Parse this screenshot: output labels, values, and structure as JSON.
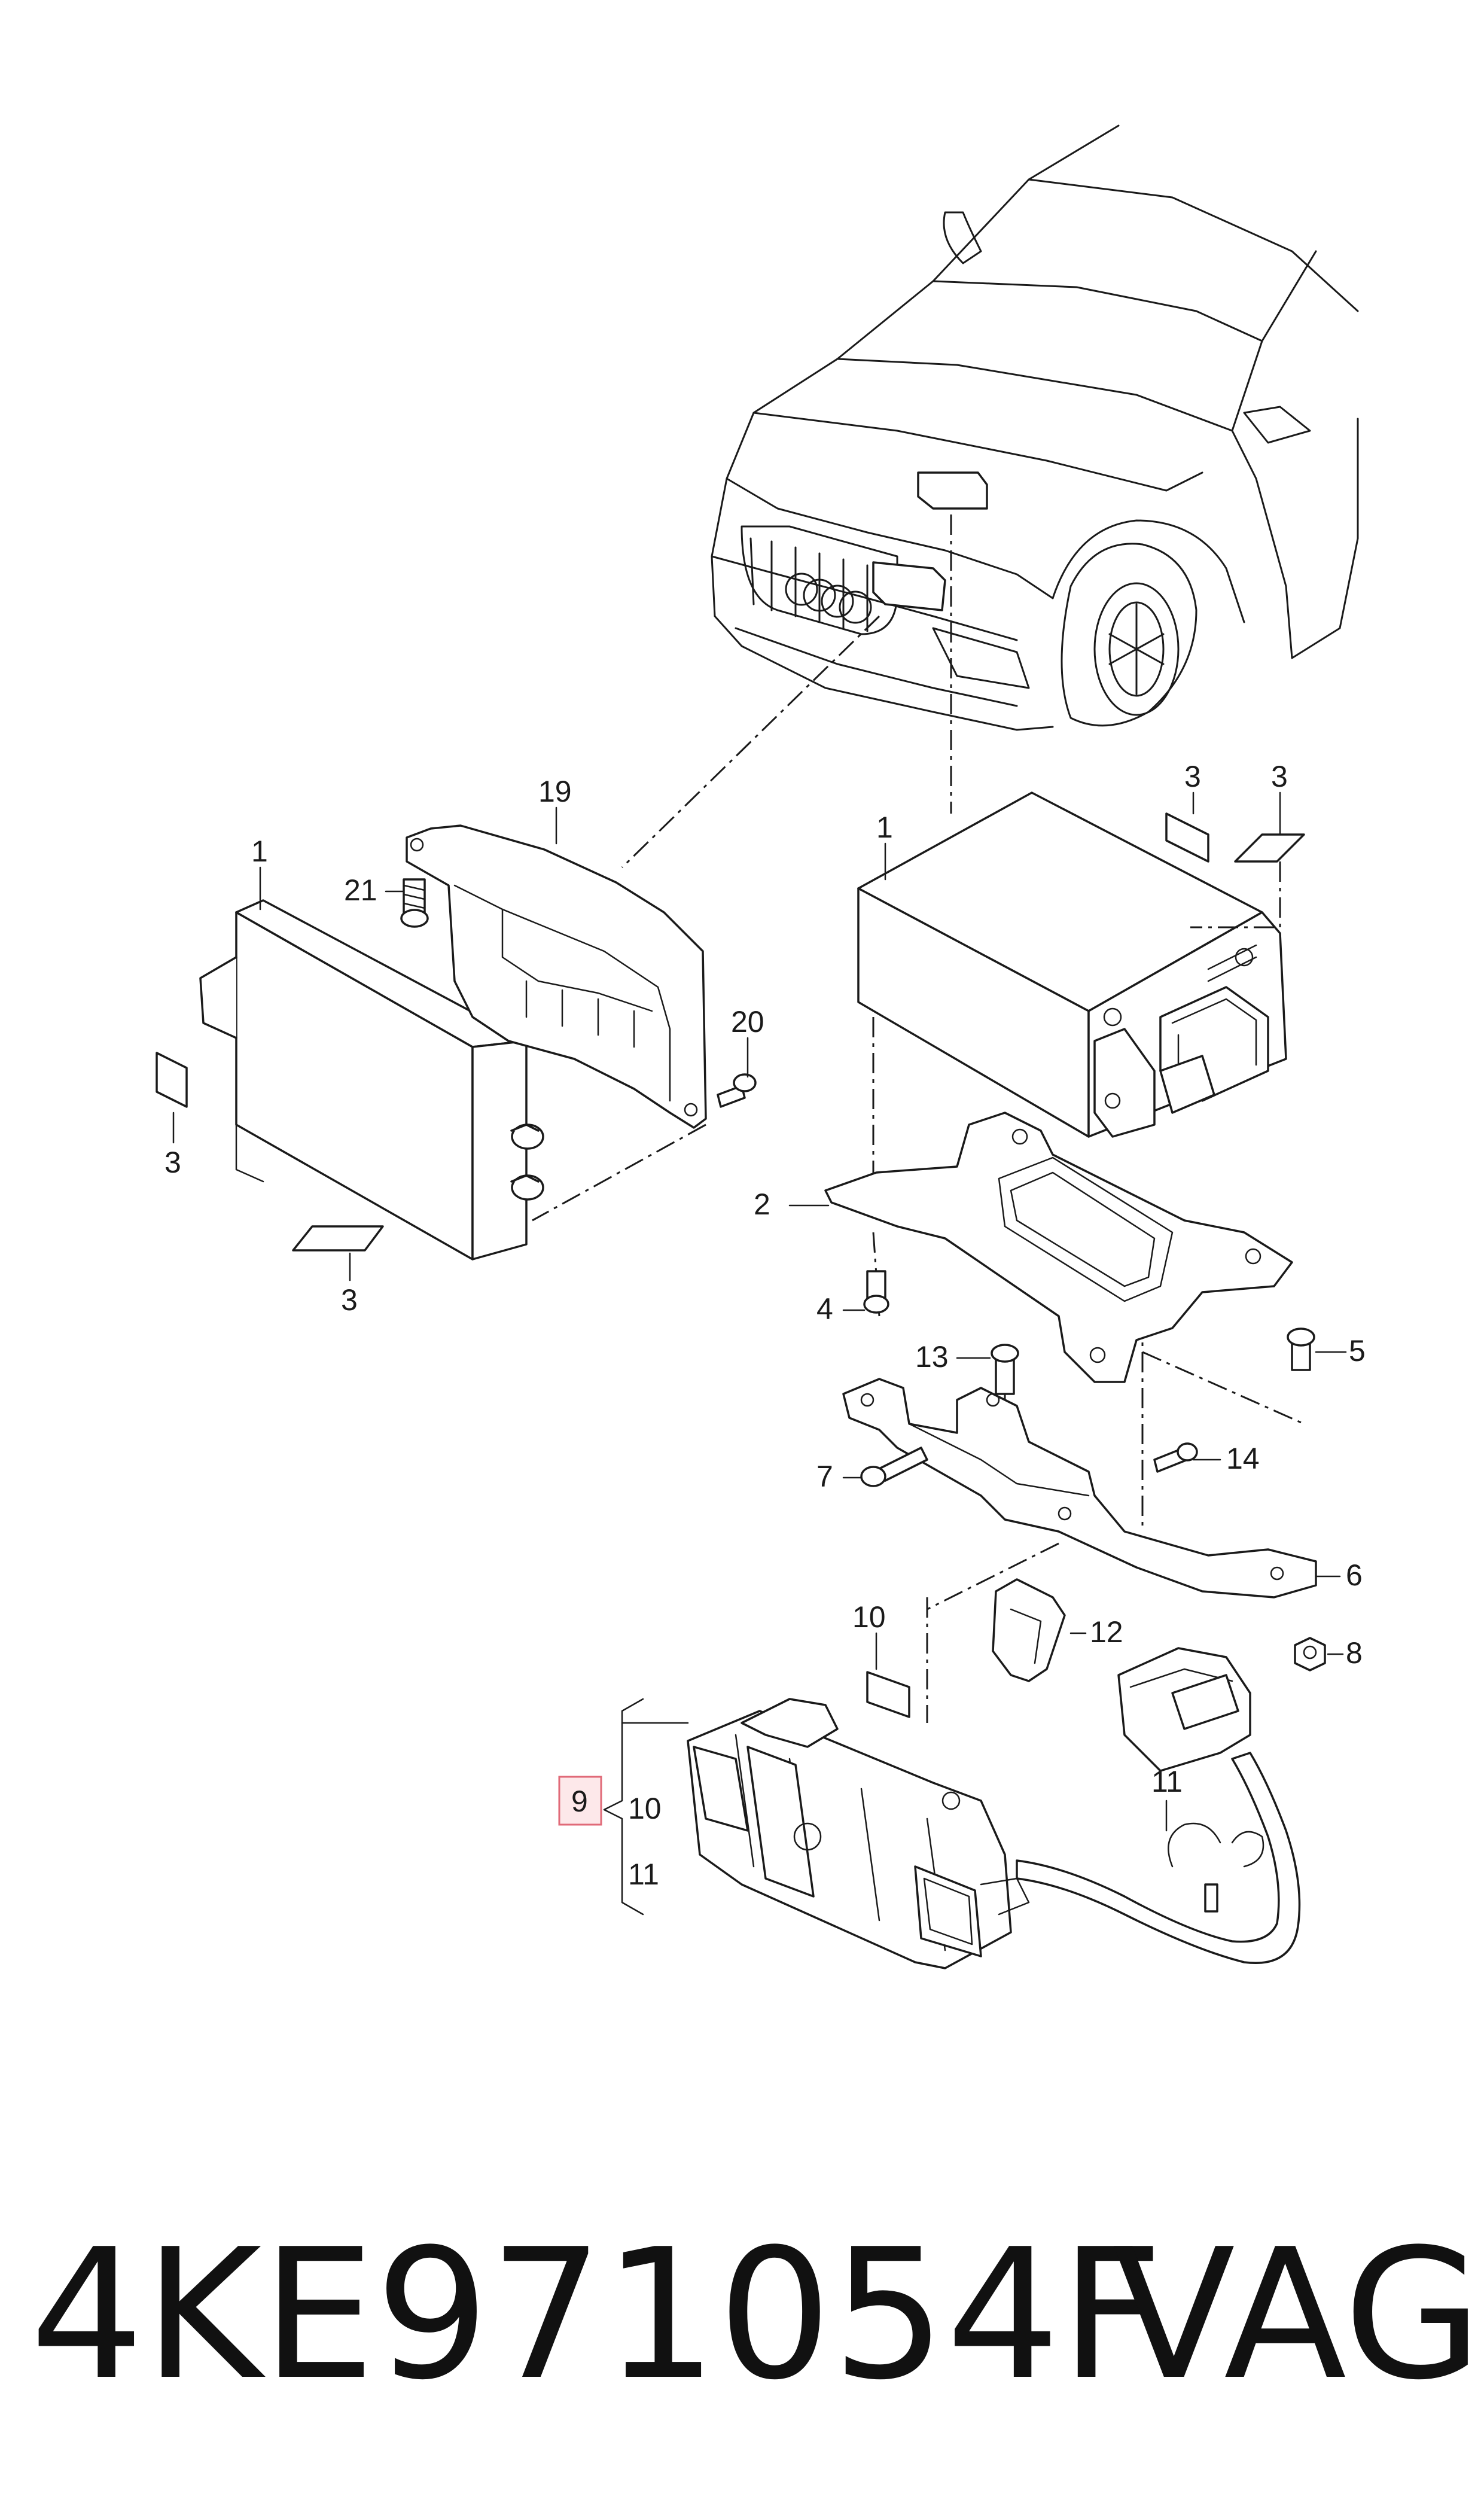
{
  "diagram": {
    "callouts": {
      "c1a": "1",
      "c1b": "1",
      "c2": "2",
      "c3a": "3",
      "c3b": "3",
      "c3c": "3",
      "c3d": "3",
      "c4": "4",
      "c5": "5",
      "c6": "6",
      "c7": "7",
      "c8": "8",
      "c9": "9",
      "c10a": "10",
      "c10b": "10",
      "c11a": "11",
      "c11b": "11",
      "c12": "12",
      "c13": "13",
      "c14": "14",
      "c19": "19",
      "c20": "20",
      "c21": "21"
    },
    "highlighted_callout": "9",
    "highlight_color": "#e06a78"
  },
  "footer": {
    "part_number": "4KE971054F",
    "brand": "VAG"
  }
}
